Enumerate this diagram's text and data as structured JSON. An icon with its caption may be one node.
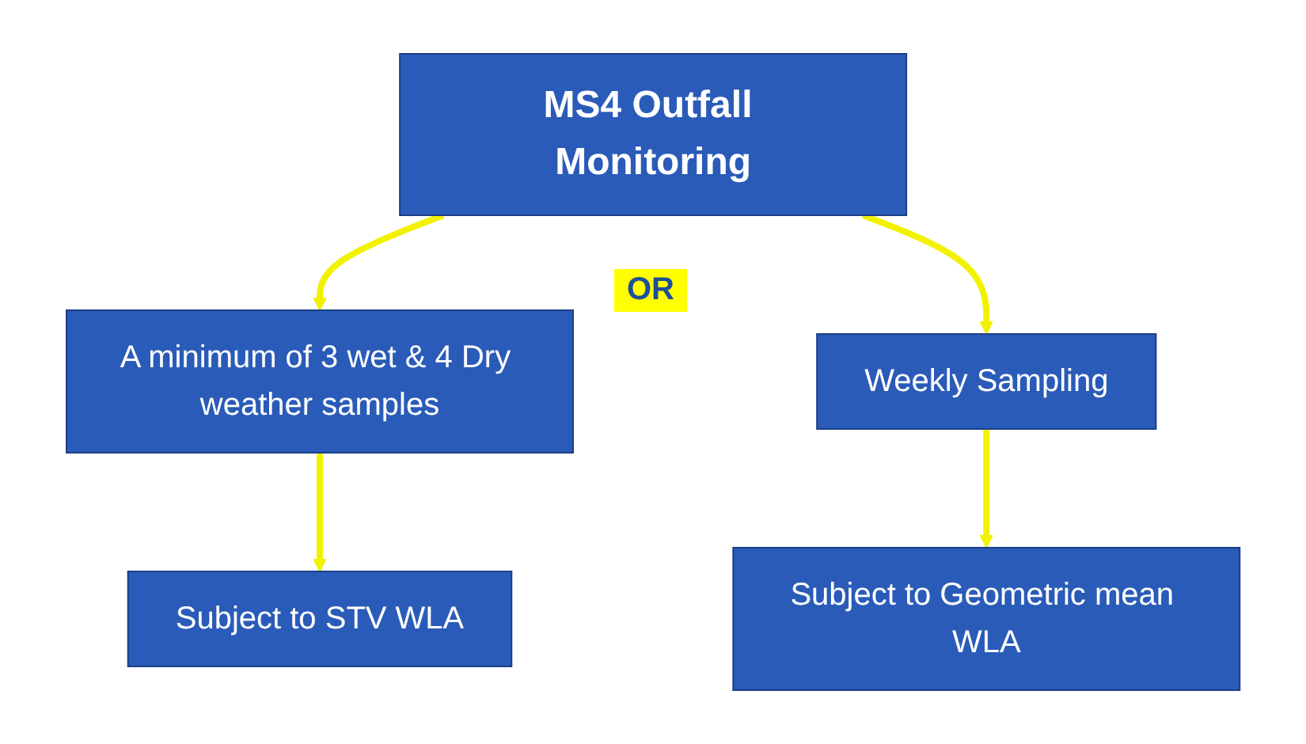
{
  "diagram": {
    "nodes": [
      {
        "text": [
          "MS4 Outfall Monitoring"
        ]
      },
      {
        "text": [
          "A minimum of 3 wet & 4 Dry weather samples"
        ]
      },
      {
        "text": [
          "Weekly Sampling"
        ]
      },
      {
        "text": [
          "Subject to STV WLA"
        ]
      },
      {
        "text": [
          "Subject to Geometric mean WLA"
        ]
      }
    ],
    "edges": [
      {
        "from": 0,
        "to": 1,
        "arrow": "to"
      },
      {
        "from": 0,
        "to": 2,
        "arrow": "to"
      },
      {
        "from": 1,
        "to": 3,
        "arrow": "to"
      },
      {
        "from": 2,
        "to": 4,
        "arrow": "to"
      }
    ],
    "labels": [
      "OR"
    ]
  }
}
